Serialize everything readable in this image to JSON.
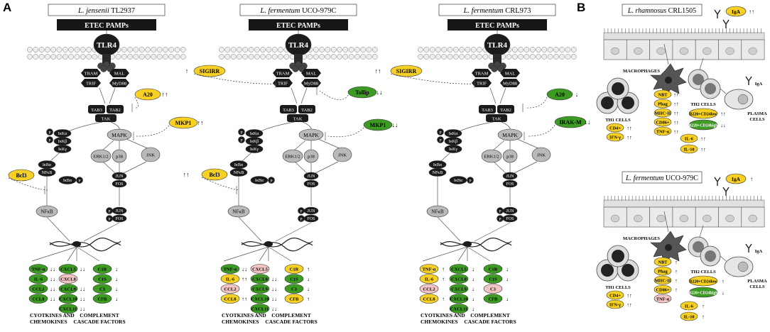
{
  "panel_labels": {
    "a": "A",
    "b": "B"
  },
  "common": {
    "pamps": "ETEC PAMPs",
    "tlr4": "TLR4",
    "adaptors": [
      "TRAM",
      "MAL",
      "TRIF",
      "MyD88"
    ],
    "tab": [
      "TAB3",
      "TAB2",
      "TAK"
    ],
    "ikk": [
      "IκKα",
      "IκKβ",
      "IκKγ"
    ],
    "p": "P",
    "ikba": "IκBα",
    "nfkb": "NFκB",
    "nfkb_nuc": "NFκB",
    "mapk": "MAPK",
    "erk": "ERK1/2",
    "p38": "p38",
    "jnk": "JNK",
    "jun": "JUN",
    "fos": "FOS",
    "cyto_title": [
      "CYOTKINES AND",
      "CHEMOKINES"
    ],
    "comp_title": [
      "COMPLEMENT",
      "CASCADE FACTORS"
    ],
    "arrows": {
      "up": "↑↑",
      "down": "↓↓"
    }
  },
  "panels": [
    {
      "title_italic": "L. jensenii",
      "title_rest": " TL2937",
      "negs": [
        {
          "label": "A20",
          "color": "#f6d024",
          "arrow": "↑↑"
        },
        {
          "label": "MKP1",
          "color": "#f6d024",
          "arrow": "↑↑"
        },
        {
          "label": "Bcl3",
          "color": "#f6d024",
          "arrow": "↑↑"
        }
      ],
      "col1": [
        {
          "label": "TNF-α",
          "color": "#3d9a23",
          "arrow": "↓↓"
        },
        {
          "label": "IL-6",
          "color": "#3d9a23",
          "arrow": "↓↓"
        },
        {
          "label": "CCL2",
          "color": "#3d9a23",
          "arrow": "↓↓"
        },
        {
          "label": "CCL8",
          "color": "#3d9a23",
          "arrow": "↓↓"
        }
      ],
      "col2": [
        {
          "label": "CXCL5",
          "color": "#3d9a23",
          "arrow": "↓↓"
        },
        {
          "label": "CXCL8",
          "color": "#f2c4c4",
          "arrow": ""
        },
        {
          "label": "CXCL9",
          "color": "#3d9a23",
          "arrow": "↓↓"
        },
        {
          "label": "CXCL10",
          "color": "#3d9a23",
          "arrow": "↓↓"
        },
        {
          "label": "CXCL11",
          "color": "#3d9a23",
          "arrow": "↓↓"
        }
      ],
      "col3": [
        {
          "label": "C1R",
          "color": "#3d9a23",
          "arrow": "↓"
        },
        {
          "label": "C1S",
          "color": "#3d9a23",
          "arrow": "↓"
        },
        {
          "label": "C3",
          "color": "#3d9a23",
          "arrow": "↓"
        },
        {
          "label": "CFB",
          "color": "#3d9a23",
          "arrow": "↓"
        }
      ]
    },
    {
      "title_italic": "L. fermentum",
      "title_rest": " UCO-979C",
      "negs": [
        {
          "label": "SIGIRR",
          "color": "#f6d024",
          "arrow": "↑"
        },
        {
          "label": "Tollip",
          "color": "#3d9a23",
          "arrow": "↓↓"
        },
        {
          "label": "MKP1",
          "color": "#3d9a23",
          "arrow": "↓↓"
        },
        {
          "label": "Bcl3",
          "color": "#f6d024",
          "arrow": "↑↑"
        }
      ],
      "col1": [
        {
          "label": "TNF-α",
          "color": "#3d9a23",
          "arrow": "↓↓"
        },
        {
          "label": "IL-6",
          "color": "#f6d024",
          "arrow": "↑↑"
        },
        {
          "label": "CCL2",
          "color": "#f2c4c4",
          "arrow": ""
        },
        {
          "label": "CCL8",
          "color": "#f6d024",
          "arrow": "↑↑"
        }
      ],
      "col2": [
        {
          "label": "CXCL5",
          "color": "#f2c4c4",
          "arrow": ""
        },
        {
          "label": "CXCL8",
          "color": "#3d9a23",
          "arrow": "↓↓"
        },
        {
          "label": "CXCL9",
          "color": "#3d9a23",
          "arrow": "↓↓"
        },
        {
          "label": "CXCL10",
          "color": "#3d9a23",
          "arrow": "↓↓"
        },
        {
          "label": "CXCL11",
          "color": "#3d9a23",
          "arrow": "↓↓"
        }
      ],
      "col3": [
        {
          "label": "C1R",
          "color": "#f6d024",
          "arrow": "↑"
        },
        {
          "label": "C1S",
          "color": "#3d9a23",
          "arrow": "↓"
        },
        {
          "label": "C3",
          "color": "#3d9a23",
          "arrow": "↓"
        },
        {
          "label": "CFB",
          "color": "#f6d024",
          "arrow": "↑"
        }
      ]
    },
    {
      "title_italic": "L. fermentum",
      "title_rest": " CRL973",
      "negs": [
        {
          "label": "SIGIRR",
          "color": "#f6d024",
          "arrow": "↑↑"
        },
        {
          "label": "A20",
          "color": "#3d9a23",
          "arrow": "↓"
        },
        {
          "label": "IRAK-M",
          "color": "#3d9a23",
          "arrow": "↓↓"
        }
      ],
      "col1": [
        {
          "label": "TNF-α",
          "color": "#f6d024",
          "arrow": "↑"
        },
        {
          "label": "IL-6",
          "color": "#f6d024",
          "arrow": "↑"
        },
        {
          "label": "CCL2",
          "color": "#f2c4c4",
          "arrow": ""
        },
        {
          "label": "CCL8",
          "color": "#f6d024",
          "arrow": "↑"
        }
      ],
      "col2": [
        {
          "label": "CXCL5",
          "color": "#3d9a23",
          "arrow": "↓"
        },
        {
          "label": "CXCL8",
          "color": "#3d9a23",
          "arrow": "↓"
        },
        {
          "label": "CXCL9",
          "color": "#3d9a23",
          "arrow": "↓"
        },
        {
          "label": "CXCL10",
          "color": "#3d9a23",
          "arrow": "↓"
        },
        {
          "label": "CXCL11",
          "color": "#3d9a23",
          "arrow": "↓"
        }
      ],
      "col3": [
        {
          "label": "C1R",
          "color": "#3d9a23",
          "arrow": "↓"
        },
        {
          "label": "C1S",
          "color": "#3d9a23",
          "arrow": "↓"
        },
        {
          "label": "C3",
          "color": "#f2c4c4",
          "arrow": ""
        },
        {
          "label": "CFB",
          "color": "#3d9a23",
          "arrow": "↓"
        }
      ]
    }
  ],
  "b_panels": [
    {
      "title_italic": "L. rhamnosus",
      "title_rest": " CRL1505",
      "iga_top": {
        "label": "IgA",
        "arrow": "↑↑"
      },
      "iga_small": "IgA",
      "macrophages": "MACROPHAGES",
      "th1": "TH1 CELLS",
      "th2": "TH2 CELLS",
      "plasma": [
        "PLASMA",
        "CELLS"
      ],
      "mac_markers": [
        {
          "label": "NBT",
          "color": "#f6d024",
          "arrow": "↑↑"
        },
        {
          "label": "Phag",
          "color": "#f6d024",
          "arrow": "↑↑"
        },
        {
          "label": "MHC-II",
          "color": "#f6d024",
          "arrow": "↑↑"
        },
        {
          "label": "CD86+",
          "color": "#f6d024",
          "arrow": "↑↑"
        },
        {
          "label": "TNF-α",
          "color": "#f6d024",
          "arrow": "↑↑"
        }
      ],
      "th1_markers": [
        {
          "label": "CD4+",
          "color": "#f6d024",
          "arrow": "↑↑"
        },
        {
          "label": "IFN-γ",
          "color": "#f6d024",
          "arrow": "↑↑"
        }
      ],
      "b_markers": [
        {
          "label": "B220+CD24low",
          "color": "#f6d024",
          "arrow": "↑↑"
        },
        {
          "label": "B220+CD24high",
          "color": "#3d9a23",
          "arrow": "↓↓"
        }
      ],
      "il_markers": [
        {
          "label": "IL-6",
          "color": "#f6d024",
          "arrow": "↑↑"
        },
        {
          "label": "IL-10",
          "color": "#f6d024",
          "arrow": "↑↑"
        }
      ]
    },
    {
      "title_italic": "L. fermentum",
      "title_rest": " UCO-979C",
      "iga_top": {
        "label": "IgA",
        "arrow": "↑"
      },
      "iga_small": "IgA",
      "macrophages": "MACROPHAGES",
      "th1": "TH1 CELLS",
      "th2": "TH2 CELLS",
      "plasma": [
        "PLASMA",
        "CELLS"
      ],
      "mac_markers": [
        {
          "label": "NBT",
          "color": "#f6d024",
          "arrow": "↑"
        },
        {
          "label": "Phag",
          "color": "#f6d024",
          "arrow": "↑"
        },
        {
          "label": "MHC-II",
          "color": "#f6d024",
          "arrow": "↑"
        },
        {
          "label": "CD86+",
          "color": "#f6d024",
          "arrow": "↑"
        },
        {
          "label": "TNF-α",
          "color": "#f2c4c4",
          "arrow": ""
        }
      ],
      "th1_markers": [
        {
          "label": "CD4+",
          "color": "#f6d024",
          "arrow": "↑↑"
        },
        {
          "label": "IFN-γ",
          "color": "#f6d024",
          "arrow": "↑↑"
        }
      ],
      "b_markers": [
        {
          "label": "B220+CD24low",
          "color": "#f6d024",
          "arrow": "↑"
        },
        {
          "label": "B220+CD24high",
          "color": "#3d9a23",
          "arrow": "↓"
        }
      ],
      "il_markers": [
        {
          "label": "IL-6",
          "color": "#f6d024",
          "arrow": "↑"
        },
        {
          "label": "IL-10",
          "color": "#f6d024",
          "arrow": "↑"
        }
      ]
    }
  ],
  "colors": {
    "up": "#f6d024",
    "down": "#3d9a23",
    "nochange": "#f2c4c4",
    "dark": "#1b1b1b",
    "grey": "#a8a8a8"
  }
}
